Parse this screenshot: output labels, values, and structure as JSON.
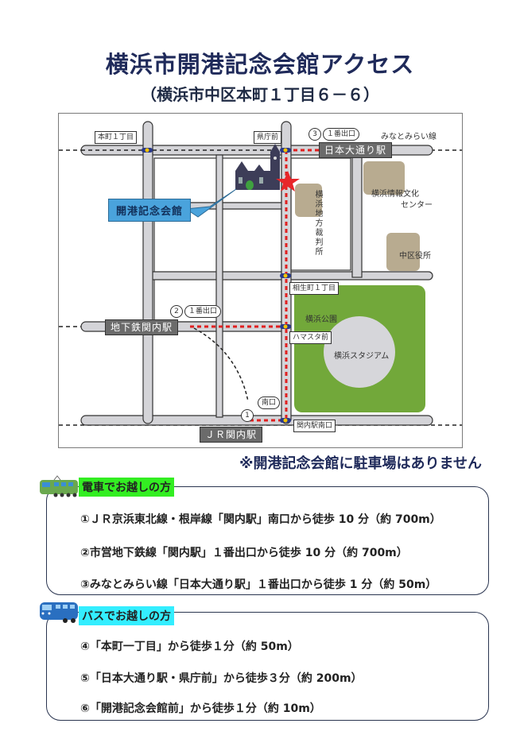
{
  "header": {
    "title": "横浜市開港記念会館アクセス",
    "address": "（横浜市中区本町１丁目６－６）"
  },
  "map": {
    "callout": "開港記念会館",
    "bus_stops": {
      "honcho": "本町１丁目",
      "kenchomae": "県庁前",
      "aioicho": "相生町１丁目",
      "hamasuta": "ハマスタ前",
      "kannai_minamiguchi": "関内駅南口"
    },
    "stations": {
      "nihon_odori": "日本大通り駅",
      "subway_kannai": "地下鉄関内駅",
      "jr_kannai": "ＪＲ関内駅"
    },
    "exits": {
      "exit3_num": "3",
      "exit3_label": "１番出口",
      "exit2_num": "2",
      "exit2_label": "１番出口",
      "exit1_num": "1",
      "exit1_label": "南口"
    },
    "line_label": "みなとみらい線",
    "landmarks": {
      "court": "横浜地方裁判所",
      "joho_line1": "横浜情報文化",
      "joho_line2": "センター",
      "ward_office": "中区役所",
      "park": "横浜公園",
      "stadium": "横浜スタジアム"
    },
    "colors": {
      "road": "#d4d4d8",
      "route": "#e02020",
      "building": "#b8ab90",
      "park": "#72a83a",
      "stadium": "#d6d6da",
      "star": "#e8262a"
    }
  },
  "notice": "※開港記念会館に駐車場はありません",
  "train_section": {
    "heading": "電車でお越しの方",
    "heading_bg": "#33ee22",
    "icon": "train-icon",
    "items": [
      "①ＪＲ京浜東北線・根岸線「関内駅」南口から徒歩 10 分（約 700m）",
      "②市営地下鉄線「関内駅」１番出口から徒歩 10 分（約 700m）",
      "③みなとみらい線「日本大通り駅」１番出口から徒歩 1 分（約 50m）"
    ]
  },
  "bus_section": {
    "heading": "バスでお越しの方",
    "heading_bg": "#33eeff",
    "icon": "bus-icon",
    "items": [
      "④「本町一丁目」から徒歩１分（約 50m）",
      "⑤「日本大通り駅・県庁前」から徒歩３分（約 200m）",
      "⑥「開港記念会館前」から徒歩１分（約 10m）"
    ]
  }
}
